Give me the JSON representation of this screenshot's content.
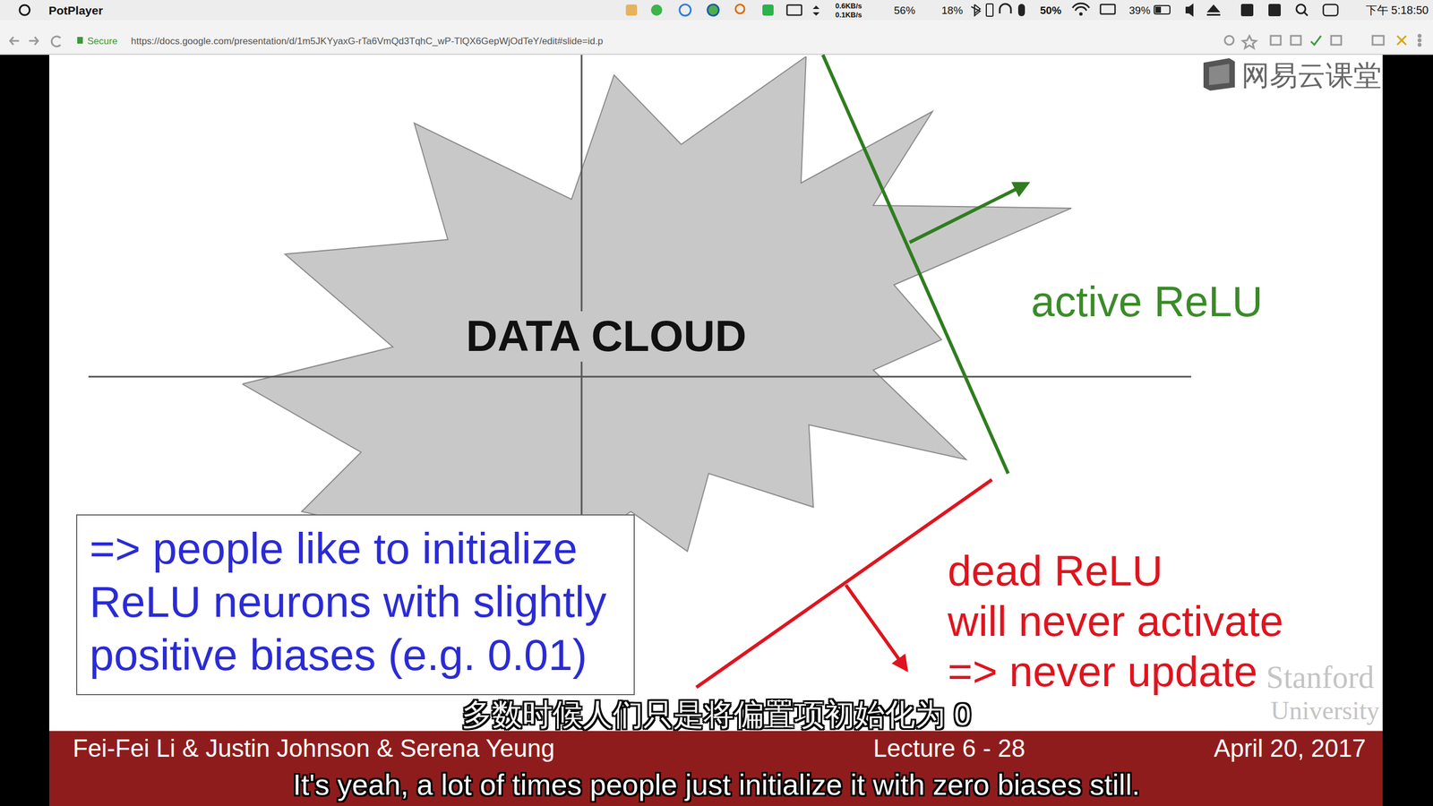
{
  "diagram": {
    "nodes": [
      {
        "text": [
          "DATA CLOUD"
        ]
      },
      {
        "text": [
          "=> people like to initialize ReLU neurons with slightly positive biases (e.g. 0.01)"
        ]
      }
    ],
    "labels": [
      "PotPlayer",
      "0.6KB/s",
      "0.1KB/s",
      "56%",
      "18%",
      "50%",
      "39%",
      "下午 5:18:50",
      "Secure",
      "https://docs.google.com/presentation/d/1m5JKYyaxG-rTa6VmQd3TqhC_wP-TlQX6GepWjOdTeY/edit#slide=id.p",
      "网易云课堂",
      "active ReLU",
      "dead ReLU",
      "will never activate",
      "=> never update",
      "Stanford",
      "University",
      "多数时候人们只是将偏置项初始化为 0",
      "Fei-Fei Li & Justin Johnson & Serena Yeung",
      "Lecture 6 - 28",
      "April 20, 2017",
      "It's yeah, a lot of times people just initialize it with zero biases still."
    ]
  }
}
